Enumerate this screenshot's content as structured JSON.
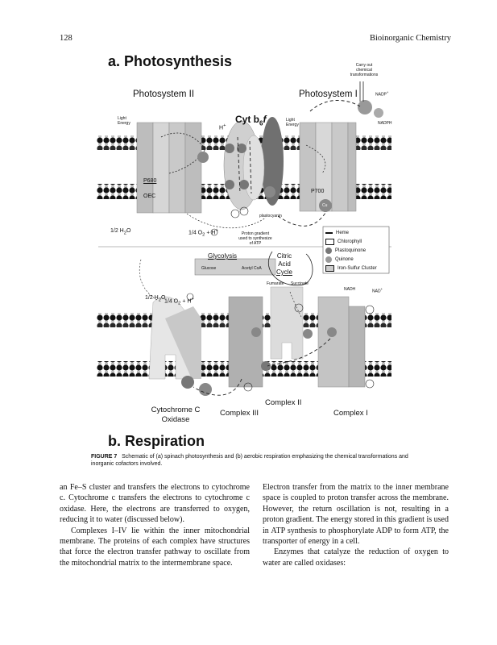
{
  "header": {
    "page_number": "128",
    "running_title": "Bioinorganic Chemistry"
  },
  "figure": {
    "panel_a_title": "a. Photosynthesis",
    "panel_b_title": "b. Respiration",
    "photosystem_ii": "Photosystem II",
    "photosystem_i": "Photosystem I",
    "cyt_b6f_main": "Cyt b",
    "cyt_b6f_sub": "6",
    "cyt_b6f_f": "f",
    "carry_out": [
      "Carry out",
      "chemical",
      "transformations"
    ],
    "nadp_plus": "NADP",
    "nadph": "NADPH",
    "light_energy_left": [
      "Light",
      "Energy"
    ],
    "light_energy_right": [
      "Light",
      "Energy"
    ],
    "h_plus": "H",
    "p680": "P680",
    "oec": "OEC",
    "p700": "P700",
    "cu": "Cu",
    "half_h2o_a": "1/2 H",
    "quarter_o2_a": "1/4 O",
    "proton_gradient_note": [
      "Proton gradient",
      "used to synthesize",
      "of ATP"
    ],
    "plastocyanin_label": "plastocyanin",
    "legend": [
      {
        "label": "Heme",
        "icon": "heme-icon"
      },
      {
        "label": "Chlorophyll",
        "icon": "chlorophyll-icon"
      },
      {
        "label": "Plastoquinone",
        "icon": "plastoquinone-icon"
      },
      {
        "label": "Quinone",
        "icon": "quinone-icon"
      },
      {
        "label": "Iron-Sulfur Cluster",
        "icon": "iron-sulfur-icon"
      }
    ],
    "glycolysis": "Glycolysis",
    "glucose": "Glucose",
    "acetyl_coa": "Acetyl CoA",
    "citric_acid_cycle": [
      "Citric",
      "Acid",
      "Cycle"
    ],
    "fumarate": "Fumarate",
    "succinate": "Succinate",
    "nadh": "NADH",
    "nad_plus": "NAD",
    "half_h2o_b": "1/2 H",
    "quarter_o2_b": "1/4 O",
    "cytochrome_c_oxidase": [
      "Cytochrome C",
      "Oxidase"
    ],
    "complex_ii": "Complex II",
    "complex_iii": "Complex III",
    "complex_i": "Complex I",
    "caption_label": "FIGURE 7",
    "caption_text": "Schematic of (a) spinach photosynthesis and (b) aerobic respiration emphasizing the chemical transformations and inorganic cofactors involved."
  },
  "body_text": {
    "left": [
      "an Fe–S cluster and transfers the electrons to cytochrome c. Cytochrome c transfers the electrons to cytochrome c oxidase. Here, the electrons are transferred to oxygen, reducing it to water (discussed below).",
      "Complexes I–IV lie within the inner mitochondrial membrane. The proteins of each complex have structures that force the electron transfer pathway to oscillate from the mitochondrial matrix to the intermembrane space."
    ],
    "right": [
      "Electron transfer from the matrix to the inner membrane space is coupled to proton transfer across the membrane. However, the return oscillation is not, resulting in a proton gradient. The energy stored in this gradient is used in ATP synthesis to phosphorylate ADP to form ATP, the transporter of energy in a cell.",
      "Enzymes that catalyze the reduction of oxygen to water are called oxidases:"
    ]
  }
}
